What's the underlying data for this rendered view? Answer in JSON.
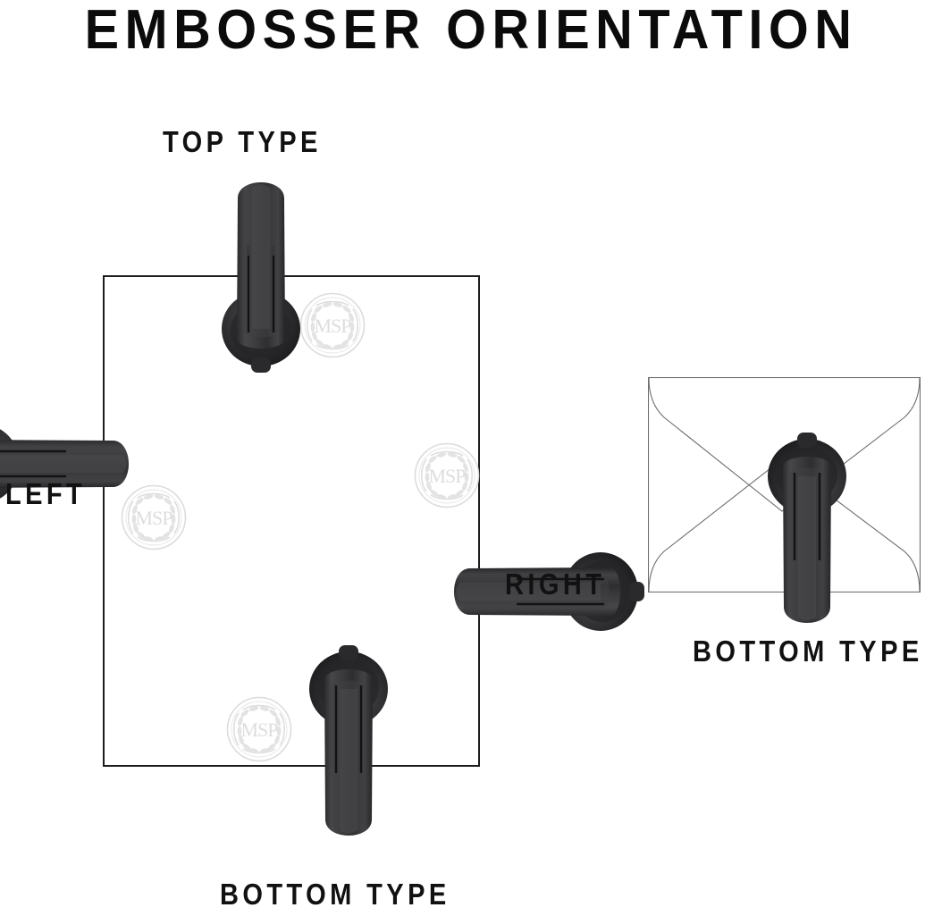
{
  "page": {
    "title": "EMBOSSER ORIENTATION",
    "background_color": "#ffffff",
    "text_color": "#111111"
  },
  "labels": {
    "top_type": "TOP TYPE",
    "left": "LEFT",
    "right": "RIGHT",
    "bottom_type_paper": "BOTTOM TYPE",
    "bottom_type_envelope": "BOTTOM TYPE"
  },
  "diagram": {
    "paper": {
      "name": "paper-sheet",
      "border_color": "#1d1d1d",
      "fill_color": "#ffffff"
    },
    "envelope": {
      "name": "envelope-outline",
      "border_color": "#6e6e6e",
      "fill_color": "#ffffff",
      "flap_style": "x-cross"
    },
    "embossers": [
      {
        "name": "embosser-top-type",
        "orientation": "top",
        "placement": "paper-top-edge",
        "label": "TOP TYPE"
      },
      {
        "name": "embosser-left",
        "orientation": "left",
        "placement": "paper-left-edge",
        "label": "LEFT"
      },
      {
        "name": "embosser-right",
        "orientation": "right",
        "placement": "paper-right-edge",
        "label": "RIGHT"
      },
      {
        "name": "embosser-bottom-type",
        "orientation": "bottom",
        "placement": "paper-bottom-edge",
        "label": "BOTTOM TYPE"
      },
      {
        "name": "embosser-bottom-envelope",
        "orientation": "bottom",
        "placement": "envelope-bottom-edge",
        "label": "BOTTOM TYPE"
      }
    ],
    "seals": [
      {
        "name": "embossed-seal-top-right",
        "monogram": "MSP",
        "style": "laurel-wreath-circle"
      },
      {
        "name": "embossed-seal-left",
        "monogram": "MSP",
        "style": "laurel-wreath-circle"
      },
      {
        "name": "embossed-seal-right",
        "monogram": "MSP",
        "style": "laurel-wreath-circle"
      },
      {
        "name": "embossed-seal-bottom-left",
        "monogram": "MSP",
        "style": "laurel-wreath-circle"
      }
    ],
    "colors": {
      "embosser_body": "#3a3a3c",
      "embosser_dark": "#1f1f21",
      "seal_line": "#d9d9d9",
      "paper_outline": "#1d1d1d",
      "envelope_outline": "#6e6e6e"
    }
  }
}
